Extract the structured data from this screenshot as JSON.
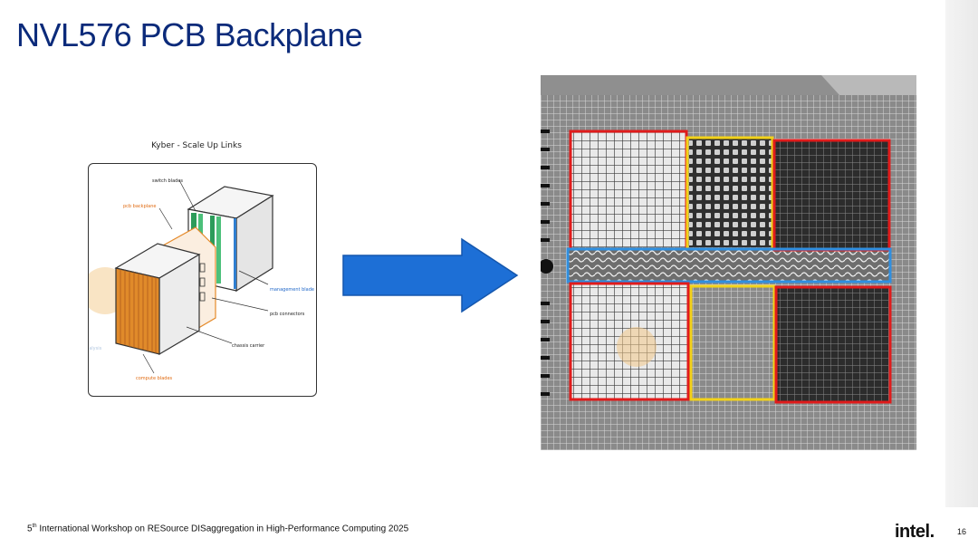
{
  "slide": {
    "title": "NVL576 PCB Backplane",
    "page_number": "16"
  },
  "sketch": {
    "caption": "Kyber - Scale Up Links",
    "labels": {
      "switch_blades": "switch blades",
      "pcb_backplane": "pcb backplane",
      "management_blade": "management blade",
      "pcb_connectors": "pcb connectors",
      "chassis_carrier": "chassis carrier",
      "compute_blades": "compute blades"
    },
    "watermark": "analysis"
  },
  "footer": {
    "ordinal_number": "5",
    "ordinal_suffix": "th",
    "workshop": "International Workshop on RESource DISaggregation in High-Performance Computing 2025",
    "logo": "intel."
  },
  "colors": {
    "title": "#0b2a7a",
    "arrow": "#1d6fd6",
    "highlight_red": "#e01b1b",
    "highlight_yellow": "#f2d21a",
    "highlight_blue": "#2f8fe0"
  },
  "icons": [
    "right-arrow-icon",
    "intel-logo-icon"
  ]
}
